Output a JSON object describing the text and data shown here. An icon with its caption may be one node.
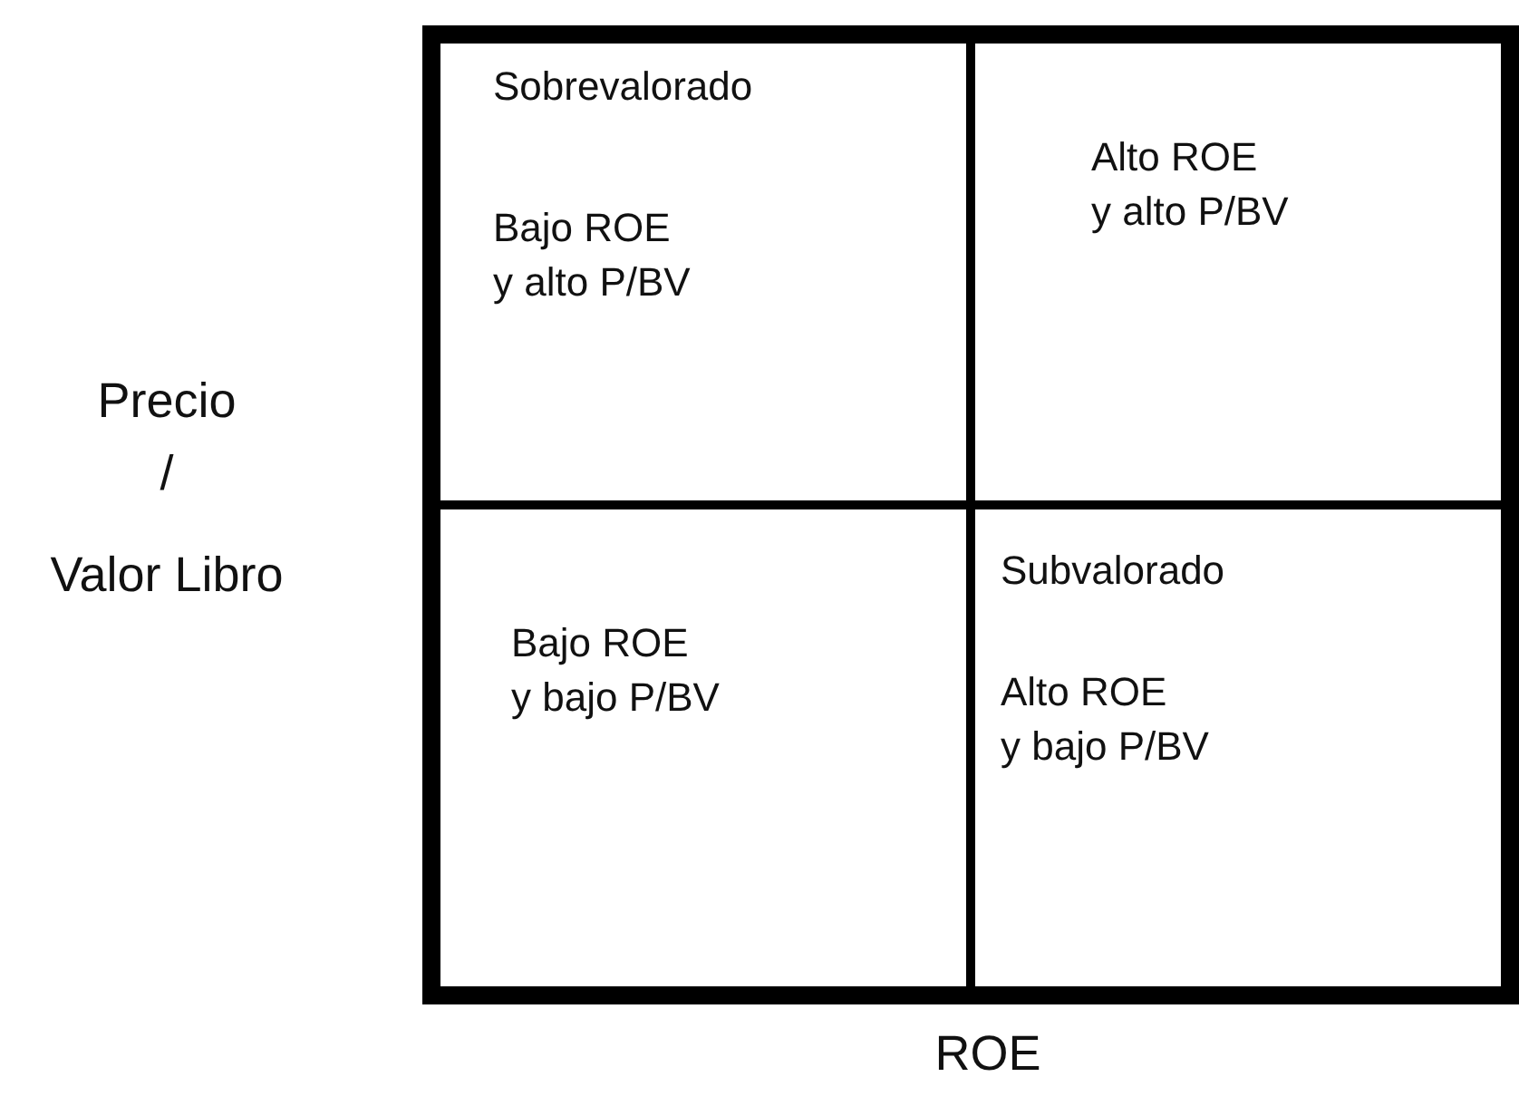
{
  "diagram": {
    "nodes": [
      {
        "text": [
          "Sobrevalorado",
          "Bajo ROE y alto P/BV"
        ]
      },
      {
        "text": [
          "Alto ROE y alto P/BV"
        ]
      },
      {
        "text": [
          "Bajo ROE y bajo P/BV"
        ]
      },
      {
        "text": [
          "Subvalorado",
          "Alto ROE y bajo P/BV"
        ]
      }
    ],
    "labels": [
      "Precio",
      "/",
      "Valor Libro",
      "ROE"
    ]
  }
}
